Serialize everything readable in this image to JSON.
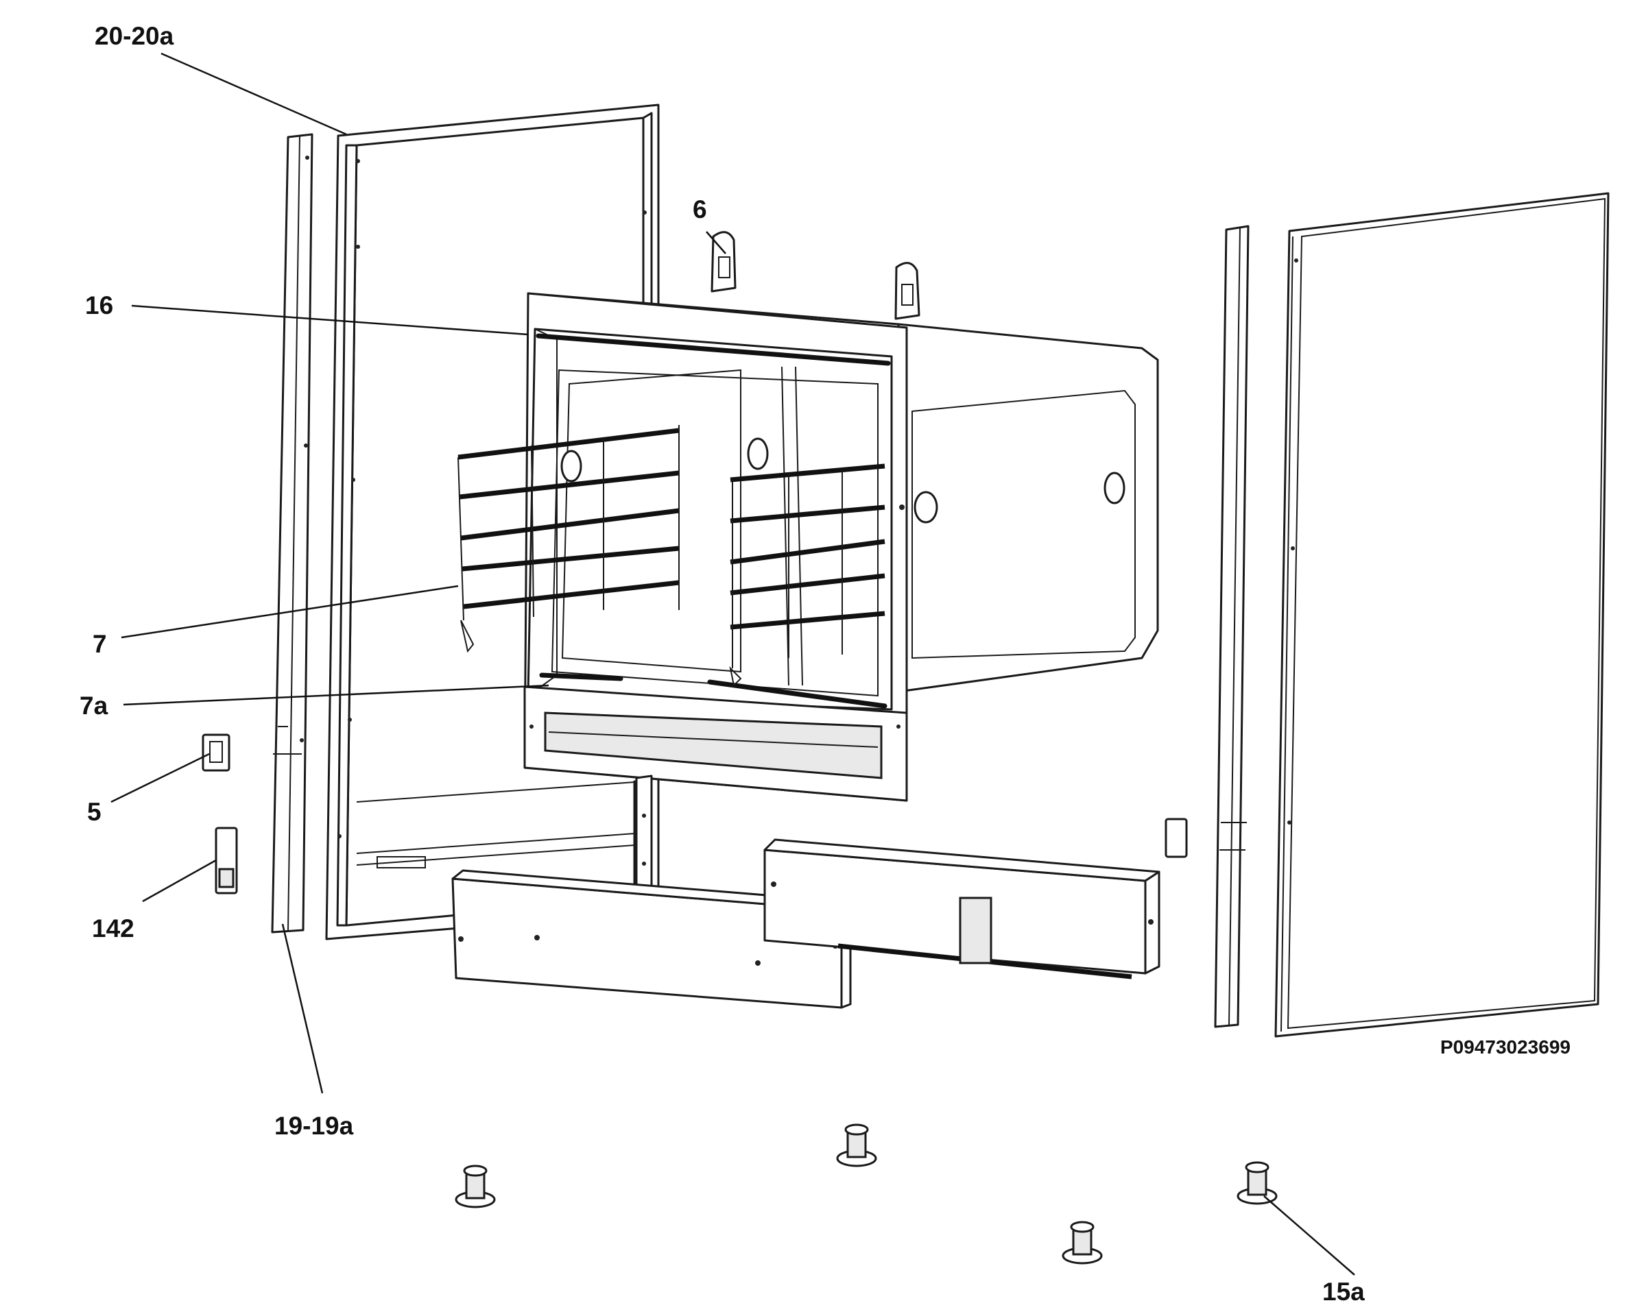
{
  "diagram": {
    "labels": {
      "l_20_20a": "20-20a",
      "l_16": "16",
      "l_6": "6",
      "l_7": "7",
      "l_7a": "7a",
      "l_5": "5",
      "l_142": "142",
      "l_19_19a": "19-19a",
      "l_15a": "15a"
    },
    "drawing_code": "P09473023699",
    "colors": {
      "line": "#1a1a1a",
      "background": "#ffffff"
    }
  }
}
